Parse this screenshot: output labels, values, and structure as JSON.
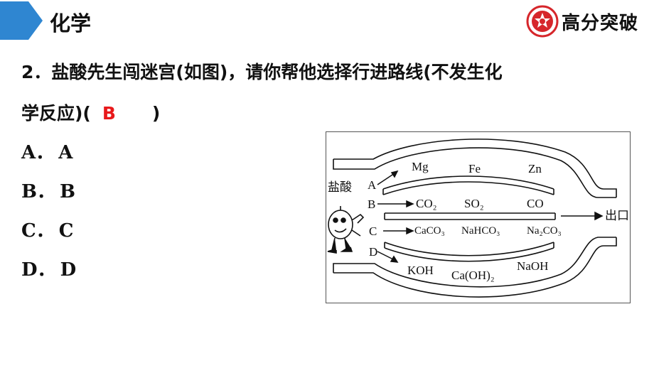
{
  "header": {
    "subject": "化学",
    "brand": "高分突破"
  },
  "question": {
    "line1": "2．盐酸先生闯迷宫(如图)，请你帮他选择行进路线(不发生化",
    "line2_prefix": "学反应)(",
    "answer": "B",
    "line2_suffix": ")"
  },
  "options": [
    {
      "letter": "A",
      "sep": "．",
      "text": "A"
    },
    {
      "letter": "B",
      "sep": "．",
      "text": "B"
    },
    {
      "letter": "C",
      "sep": "．",
      "text": "C"
    },
    {
      "letter": "D",
      "sep": "．",
      "text": "D"
    }
  ],
  "maze": {
    "character": "盐酸",
    "exit": "出口",
    "routes": {
      "A": "A",
      "B": "B",
      "C": "C",
      "D": "D"
    },
    "row_a": [
      "Mg",
      "Fe",
      "Zn"
    ],
    "row_b": [
      "CO₂",
      "SO₂",
      "CO"
    ],
    "row_c": [
      "CaCO₃",
      "NaHCO₃",
      "Na₂CO₃"
    ],
    "row_d": [
      "KOH",
      "Ca(OH)₂",
      "NaOH"
    ]
  },
  "colors": {
    "chevron": "#2f86d1",
    "answer": "#e8191b",
    "brand": "#d6262b"
  }
}
